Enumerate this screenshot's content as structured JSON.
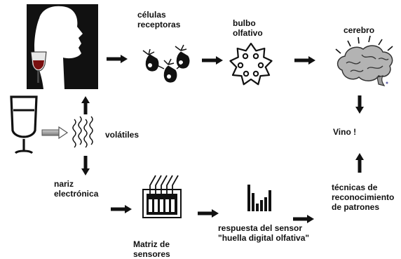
{
  "labels": {
    "receptor_cells": "células\nreceptoras",
    "olfactory_bulb": "bulbo\nolfativo",
    "brain": "cerebro",
    "wine_result": "Vino !",
    "volatiles": "volátiles",
    "electronic_nose": "nariz\nelectrónica",
    "sensor_matrix": "Matriz de\nsensores",
    "sensor_response": "respuesta del sensor\n\"huella digital olfativa\"",
    "pattern_recognition": "técnicas de\nreconocimiento\nde patrones"
  },
  "icons": {
    "person": "person-drinking-wine-icon",
    "receptors": "receptor-cells-icon",
    "bulb": "olfactory-bulb-icon",
    "brain": "brain-icon",
    "glass": "wine-glass-icon",
    "volatiles": "volatile-vapor-icon",
    "matrix": "sensor-array-icon",
    "bars": "sensor-response-bars-icon"
  },
  "colors": {
    "ink": "#111111",
    "wine": "#7a1010",
    "brain": "#b3b3b3"
  }
}
